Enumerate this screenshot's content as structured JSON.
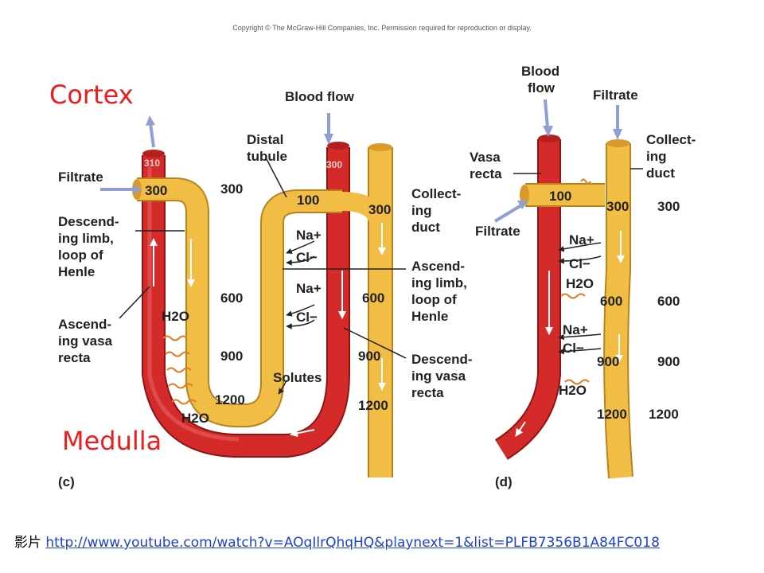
{
  "copyright": "Copyright © The McGraw-Hill Companies, Inc. Permission required for reproduction or display.",
  "regions": {
    "cortex": "Cortex",
    "medulla": "Medulla"
  },
  "panel_c": {
    "tag": "(c)",
    "labels": {
      "filtrate": "Filtrate",
      "descending_limb": [
        "Descend-",
        "ing limb,",
        "loop of",
        "Henle"
      ],
      "ascending_vasa_recta": [
        "Ascend-",
        "ing vasa",
        "recta"
      ],
      "blood_flow": "Blood flow",
      "distal_tubule": [
        "Distal",
        "tubule"
      ],
      "collecting_duct": [
        "Collect-",
        "ing",
        "duct"
      ],
      "ascending_limb": [
        "Ascend-",
        "ing limb,",
        "loop of",
        "Henle"
      ],
      "descending_vasa_recta": [
        "Descend-",
        "ing vasa",
        "recta"
      ]
    },
    "values": {
      "v310": "310",
      "v300a": "300",
      "v300b": "300",
      "v300c": "300",
      "v300d": "300",
      "v100": "100",
      "v600a": "600",
      "v600b": "600",
      "v900a": "900",
      "v900b": "900",
      "v1200a": "1200",
      "v1200b": "1200"
    },
    "ions": {
      "na1": "Na+",
      "cl1": "Cl−",
      "na2": "Na+",
      "cl2": "Cl−",
      "h2o1": "H2O",
      "h2o2": "H2O",
      "solutes": "Solutes"
    }
  },
  "panel_d": {
    "tag": "(d)",
    "labels": {
      "blood_flow": [
        "Blood",
        "flow"
      ],
      "filtrate_top": "Filtrate",
      "vasa_recta": [
        "Vasa",
        "recta"
      ],
      "collecting_duct": [
        "Collect-",
        "ing",
        "duct"
      ],
      "filtrate_side": "Filtrate"
    },
    "values": {
      "v100": "100",
      "v300a": "300",
      "v300b": "300",
      "v600a": "600",
      "v600b": "600",
      "v900a": "900",
      "v900b": "900",
      "v1200a": "1200",
      "v1200b": "1200"
    },
    "ions": {
      "na1": "Na+",
      "cl1": "Cl−",
      "h2o1": "H2O",
      "na2": "Na+",
      "cl2": "Cl−",
      "h2o2": "H2O"
    }
  },
  "footer": {
    "prefix": "影片",
    "link": "http://www.youtube.com/watch?v=AOqIlrQhqHQ&playnext=1&list=PLFB7356B1A84FC018"
  },
  "colors": {
    "blood": "#d42a2a",
    "blood_edge": "#8e1414",
    "tubule": "#f2bd45",
    "tubule_edge": "#b9831c",
    "arrow": "#8f9fd4",
    "region_text": "#ee1c1c",
    "link": "#1d3fd6"
  }
}
